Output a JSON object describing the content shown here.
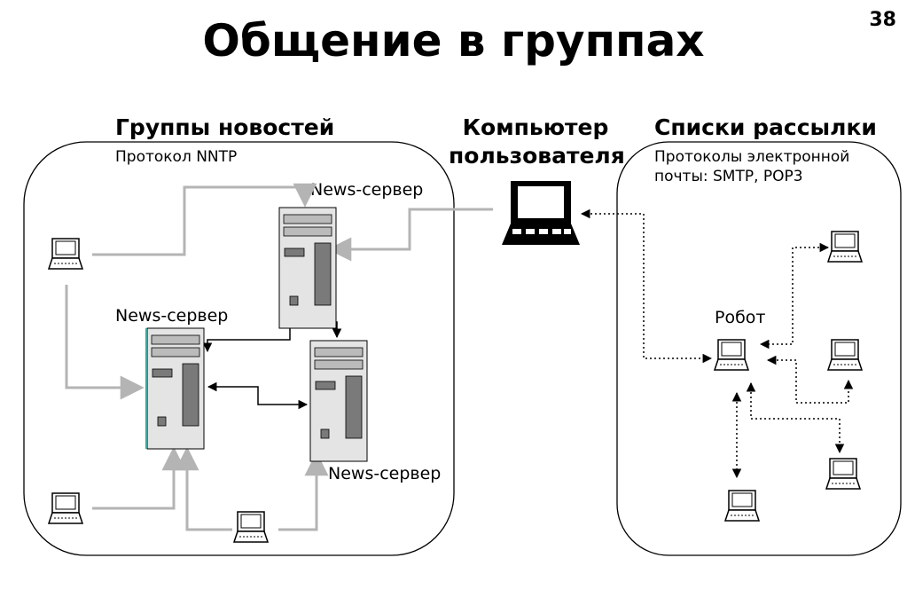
{
  "slide": {
    "title": "Общение в группах",
    "page_number": "38"
  },
  "newsgroups": {
    "heading": "Группы новостей",
    "protocol": "Протокол NNTP",
    "server_label_top": "News-сервер",
    "server_label_left": "News-сервер",
    "server_label_right": "News-сервер"
  },
  "user_computer": {
    "label_line1": "Компьютер",
    "label_line2": "пользователя"
  },
  "mailing_lists": {
    "heading": "Списки рассылки",
    "protocol_line1": "Протоколы электронной",
    "protocol_line2": "почты: SMTP, POP3",
    "robot_label": "Робот"
  },
  "colors": {
    "gray_link": "#b4b4b4",
    "server_fill": "#e4e4e4",
    "server_block": "#7a7a7a"
  }
}
